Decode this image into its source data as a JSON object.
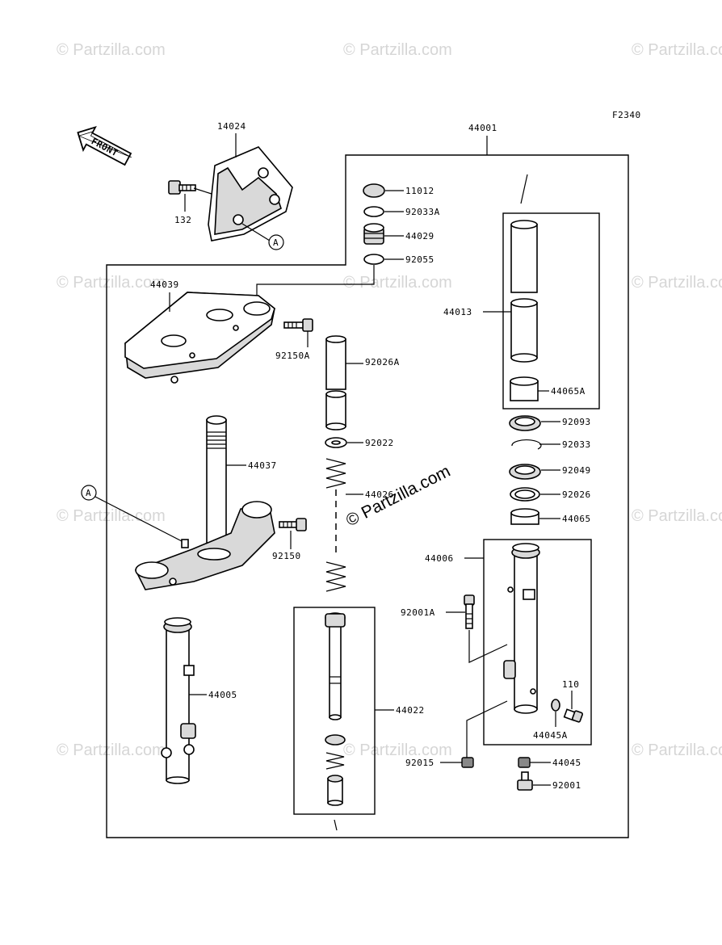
{
  "figure_code": "F2340",
  "direction_label": "FRONT",
  "watermark": "© Partzilla.com",
  "callout_letter": "A",
  "labels": {
    "l14024": "14024",
    "l44001": "44001",
    "l132": "132",
    "l11012": "11012",
    "l92033A": "92033A",
    "l44029": "44029",
    "l92055": "92055",
    "l44039": "44039",
    "l92150A": "92150A",
    "l92026A": "92026A",
    "l44013": "44013",
    "l44065A": "44065A",
    "l92093": "92093",
    "l92033": "92033",
    "l92049": "92049",
    "l92026": "92026",
    "l44065": "44065",
    "l92022": "92022",
    "l44026": "44026",
    "l44037": "44037",
    "l92150": "92150",
    "l44006": "44006",
    "l92001A": "92001A",
    "l110": "110",
    "l44045A": "44045A",
    "l44005": "44005",
    "l44022": "44022",
    "l92015": "92015",
    "l44045": "44045",
    "l92001": "92001"
  }
}
